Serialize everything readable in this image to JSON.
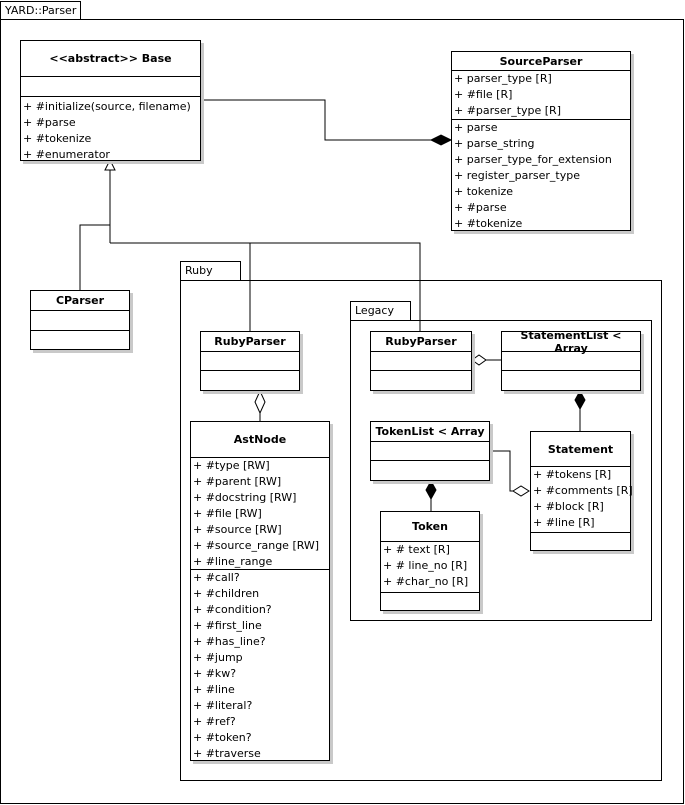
{
  "packages": {
    "yard": "YARD::Parser",
    "ruby": "Ruby",
    "legacy": "Legacy"
  },
  "classes": {
    "base": {
      "name": "<<abstract>> Base",
      "attributes": [],
      "operations": [
        "+ #initialize(source, filename)",
        "+ #parse",
        "+ #tokenize",
        "+ #enumerator"
      ]
    },
    "source_parser": {
      "name": "SourceParser",
      "attributes": [
        "+ parser_type [R]",
        "+ #file [R]",
        "+ #parser_type [R]"
      ],
      "operations": [
        "+ parse",
        "+ parse_string",
        "+ parser_type_for_extension",
        "+ register_parser_type",
        "+ tokenize",
        "+ #parse",
        "+ #tokenize"
      ]
    },
    "c_parser": {
      "name": "CParser",
      "attributes": [],
      "operations": []
    },
    "ruby_parser": {
      "name": "RubyParser",
      "attributes": [],
      "operations": []
    },
    "ast_node": {
      "name": "AstNode",
      "attributes": [
        "+ #type [RW]",
        "+ #parent [RW]",
        "+ #docstring [RW]",
        "+ #file [RW]",
        "+ #source [RW]",
        "+ #source_range [RW]",
        "+ #line_range"
      ],
      "operations": [
        "+ #call?",
        "+ #children",
        "+ #condition?",
        "+ #first_line",
        "+ #has_line?",
        "+ #jump",
        "+ #kw?",
        "+ #line",
        "+ #literal?",
        "+ #ref?",
        "+ #token?",
        "+ #traverse"
      ]
    },
    "legacy_ruby_parser": {
      "name": "RubyParser",
      "attributes": [],
      "operations": []
    },
    "statement_list": {
      "name": "StatementList < Array",
      "attributes": [],
      "operations": []
    },
    "token_list": {
      "name": "TokenList < Array",
      "attributes": [],
      "operations": []
    },
    "statement": {
      "name": "Statement",
      "attributes": [
        "+ #tokens [R]",
        "+ #comments [R]",
        "+ #block [R]",
        "+ #line [R]"
      ],
      "operations": []
    },
    "token": {
      "name": "Token",
      "attributes": [
        "+ # text [R]",
        "+ # line_no [R]",
        "+ #char_no [R]"
      ],
      "operations": []
    }
  }
}
